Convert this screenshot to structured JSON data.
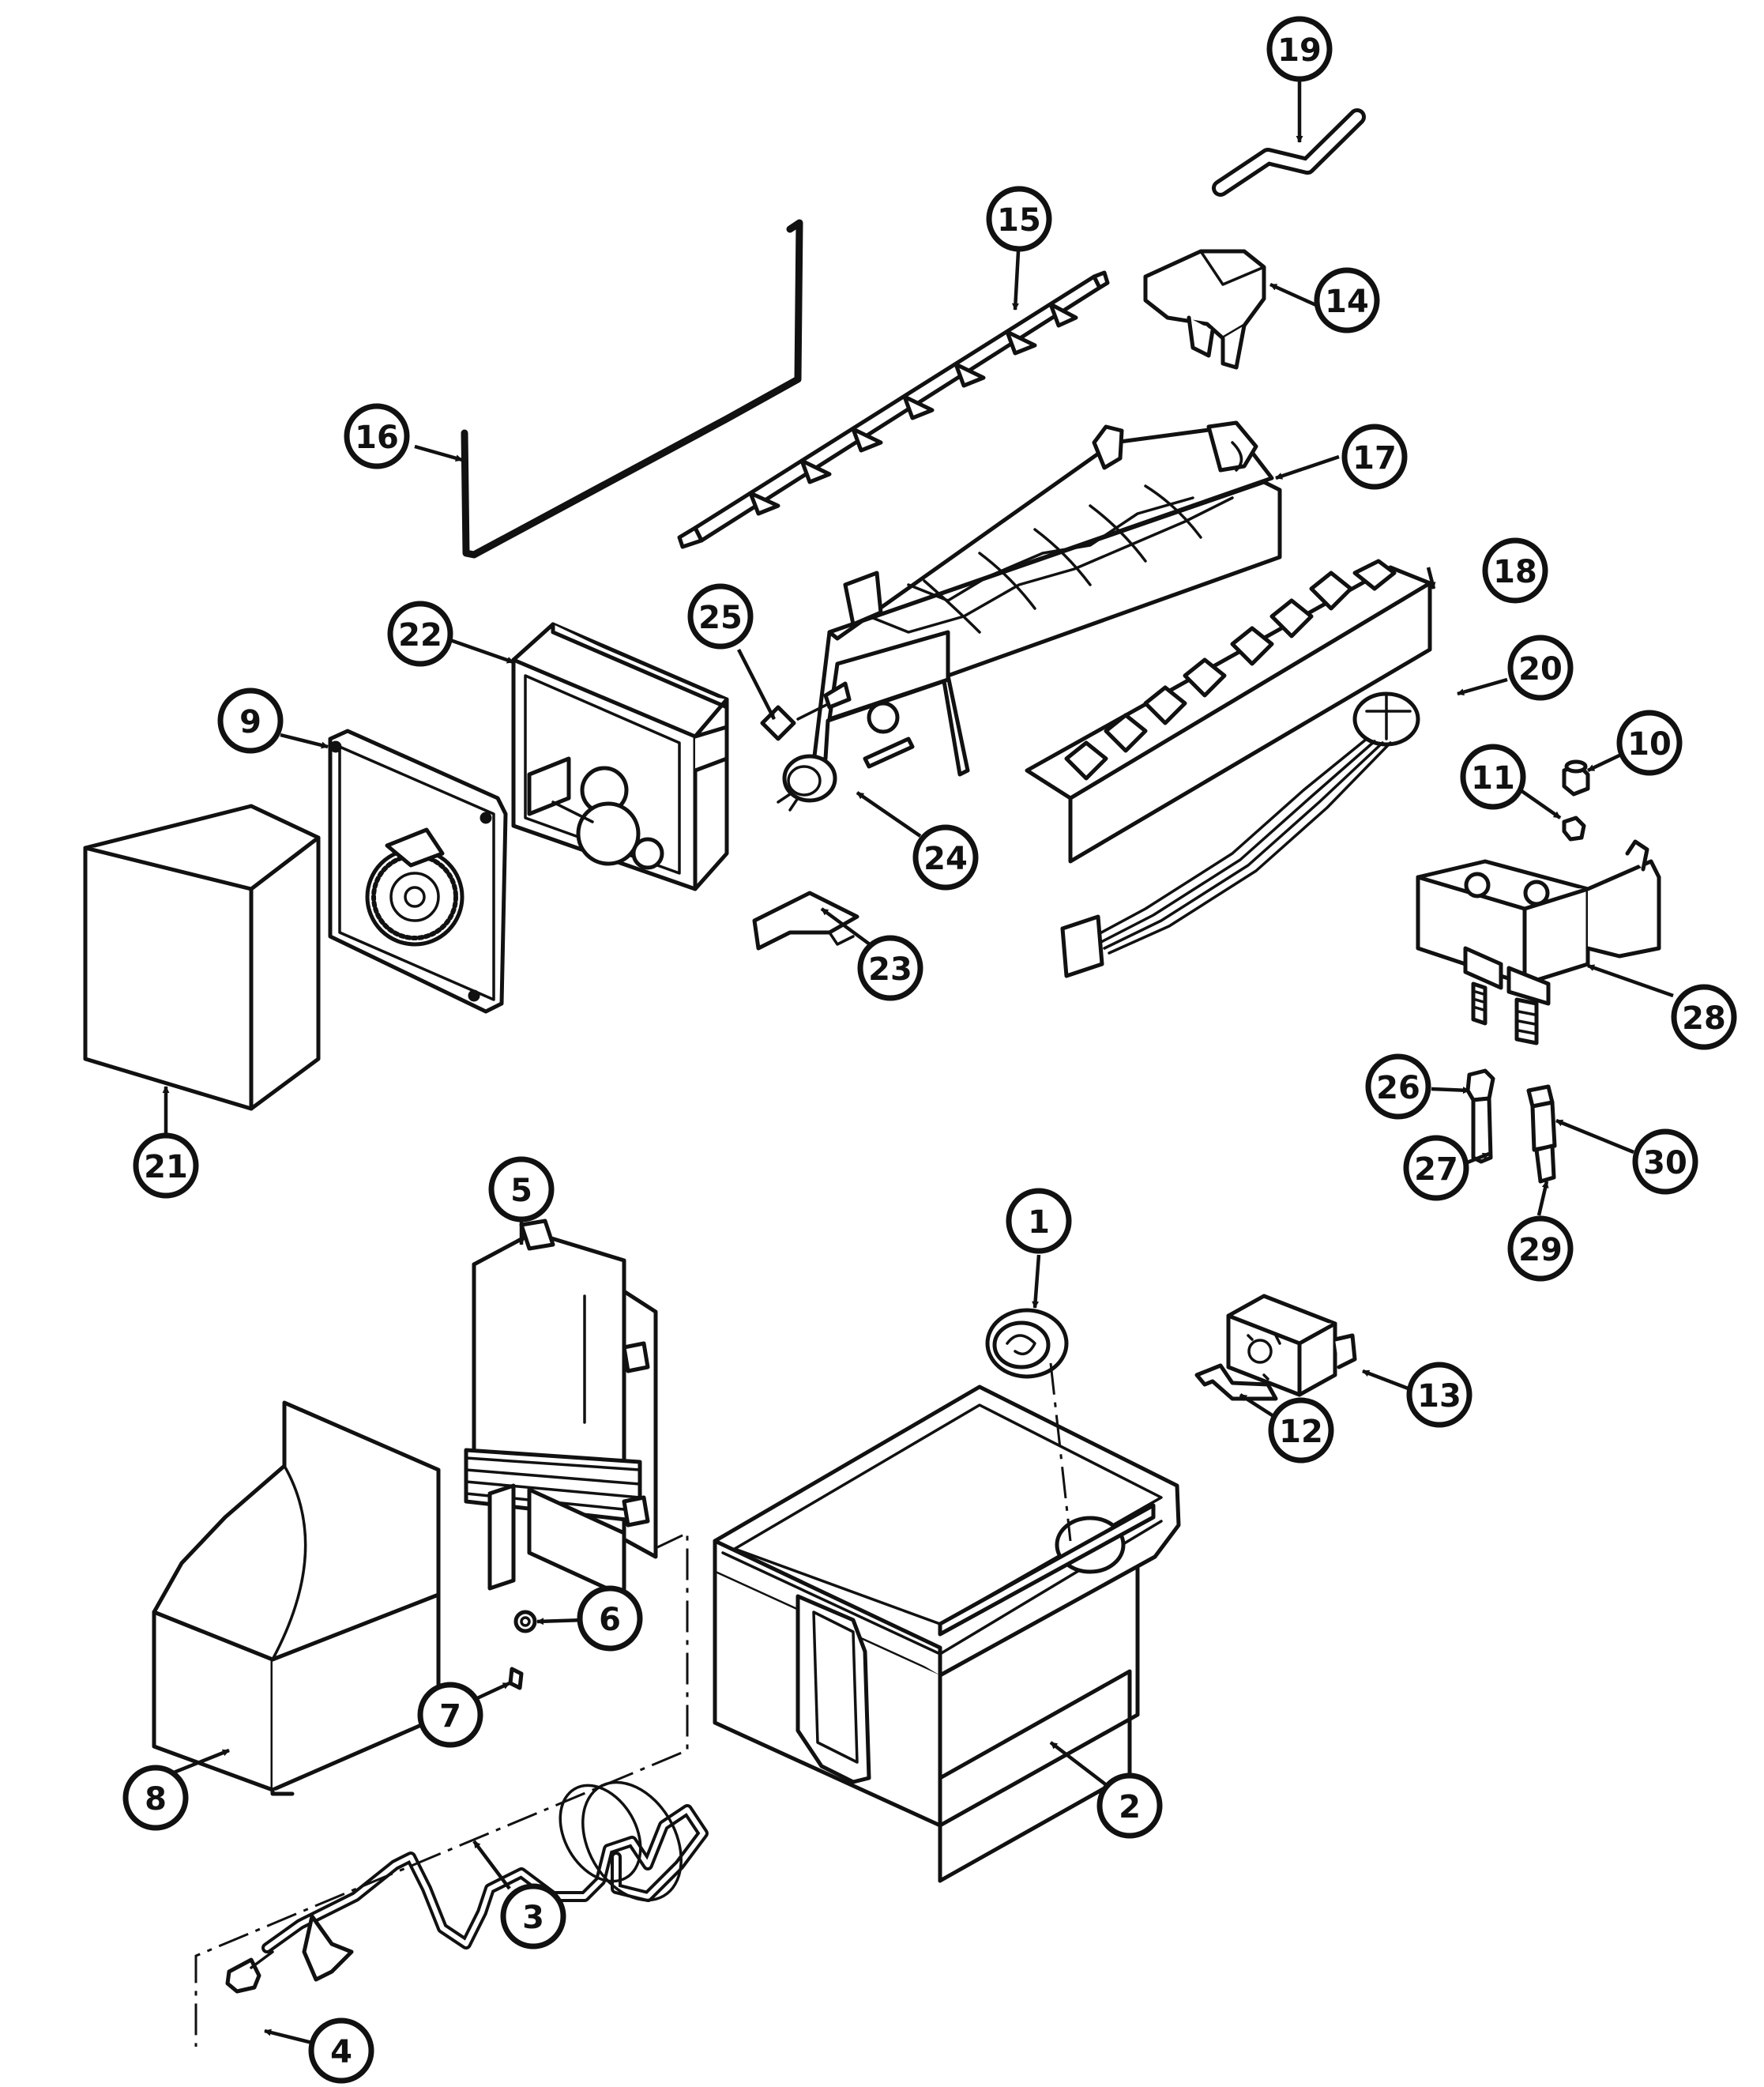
{
  "diagram": {
    "line_color": "#111111",
    "background": "#ffffff",
    "callouts": [
      {
        "id": "c1",
        "label": "1"
      },
      {
        "id": "c2",
        "label": "2"
      },
      {
        "id": "c3",
        "label": "3"
      },
      {
        "id": "c4",
        "label": "4"
      },
      {
        "id": "c5",
        "label": "5"
      },
      {
        "id": "c6",
        "label": "6"
      },
      {
        "id": "c7",
        "label": "7"
      },
      {
        "id": "c8",
        "label": "8"
      },
      {
        "id": "c9",
        "label": "9"
      },
      {
        "id": "c10",
        "label": "10"
      },
      {
        "id": "c11",
        "label": "11"
      },
      {
        "id": "c12",
        "label": "12"
      },
      {
        "id": "c13",
        "label": "13"
      },
      {
        "id": "c14",
        "label": "14"
      },
      {
        "id": "c15",
        "label": "15"
      },
      {
        "id": "c16",
        "label": "16"
      },
      {
        "id": "c17",
        "label": "17"
      },
      {
        "id": "c18",
        "label": "18"
      },
      {
        "id": "c19",
        "label": "19"
      },
      {
        "id": "c20",
        "label": "20"
      },
      {
        "id": "c21",
        "label": "21"
      },
      {
        "id": "c22",
        "label": "22"
      },
      {
        "id": "c23",
        "label": "23"
      },
      {
        "id": "c24",
        "label": "24"
      },
      {
        "id": "c25",
        "label": "25"
      },
      {
        "id": "c26",
        "label": "26"
      },
      {
        "id": "c27",
        "label": "27"
      },
      {
        "id": "c28",
        "label": "28"
      },
      {
        "id": "c29",
        "label": "29"
      },
      {
        "id": "c30",
        "label": "30"
      }
    ]
  }
}
